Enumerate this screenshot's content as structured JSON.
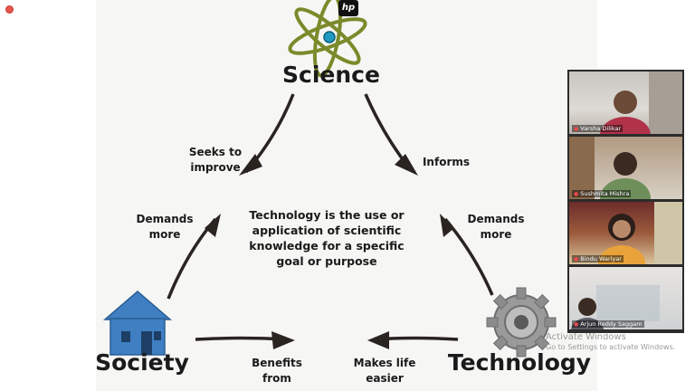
{
  "slide": {
    "logo_text": "hp",
    "science_title": "Science",
    "society_title": "Society",
    "technology_title": "Technology",
    "seeks_to_improve": [
      "Seeks to",
      "improve"
    ],
    "informs": "Informs",
    "demands_more_left": [
      "Demands",
      "more"
    ],
    "demands_more_right": [
      "Demands",
      "more"
    ],
    "benefits_from": [
      "Benefits",
      "from"
    ],
    "makes_life_easier": [
      "Makes life",
      "easier"
    ],
    "center_definition": [
      "Technology is the use or",
      "application of scientific",
      "knowledge for a specific",
      "goal or purpose"
    ]
  },
  "participants": [
    {
      "name": "Varsha Dilikar"
    },
    {
      "name": "Sushmita Mishra"
    },
    {
      "name": "Bindu Wariyar"
    },
    {
      "name": "Arjun Reddy Saggam"
    }
  ],
  "watermark": {
    "title": "Activate Windows",
    "subtitle": "Go to Settings to activate Windows."
  },
  "colors": {
    "arrow": "#2a2420",
    "house": "#3f7fc2",
    "atom": "#7b8a2a",
    "gear": "#8c8c8c"
  }
}
